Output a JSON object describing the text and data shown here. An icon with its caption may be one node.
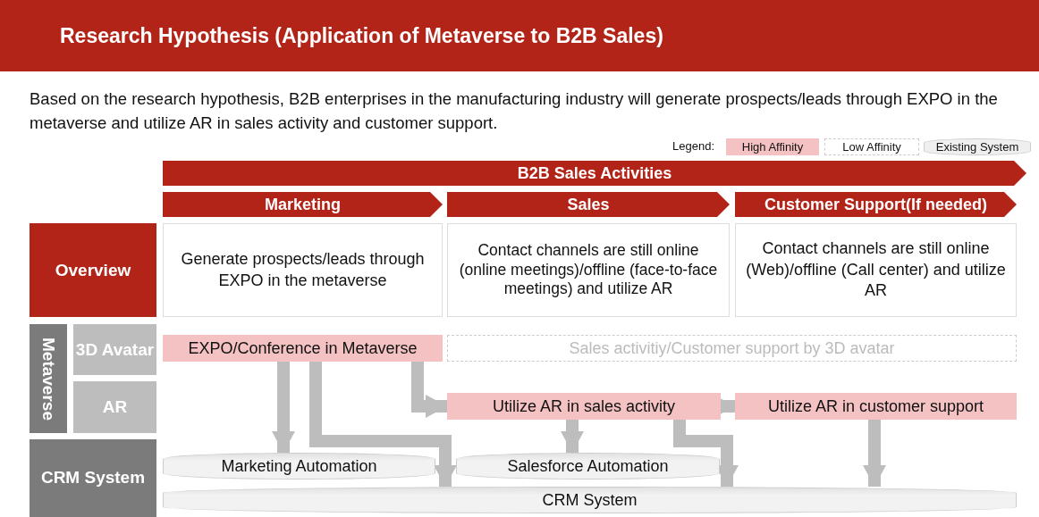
{
  "diagram": {
    "title": "Research Hypothesis (Application of Metaverse to B2B Sales)",
    "nodes": [
      {
        "text": [
          "B2B Sales Activities"
        ]
      },
      {
        "text": [
          "Marketing"
        ]
      },
      {
        "text": [
          "Sales"
        ]
      },
      {
        "text": [
          "Customer Support(If needed)"
        ]
      },
      {
        "text": [
          "Overview"
        ]
      },
      {
        "text": [
          "Generate prospects/leads through EXPO in the metaverse"
        ]
      },
      {
        "text": [
          "Contact channels are still online (online meetings)/offline (face-to-face meetings) and utilize AR"
        ]
      },
      {
        "text": [
          "Contact channels are still online (Web)/offline (Call center) and utilize AR"
        ]
      },
      {
        "text": [
          "Metaverse"
        ]
      },
      {
        "text": [
          "3D Avatar"
        ]
      },
      {
        "text": [
          "AR"
        ]
      },
      {
        "text": [
          "CRM System"
        ]
      },
      {
        "text": [
          "EXPO/Conference in Metaverse"
        ]
      },
      {
        "text": [
          "Sales activitiy/Customer support by 3D avatar"
        ]
      },
      {
        "text": [
          "Utilize AR in sales activity"
        ]
      },
      {
        "text": [
          "Utilize AR in customer support"
        ]
      },
      {
        "text": [
          "Marketing Automation"
        ]
      },
      {
        "text": [
          "Salesforce Automation"
        ]
      },
      {
        "text": [
          "CRM System"
        ]
      }
    ],
    "edges": [
      {
        "from": 12,
        "to": 16,
        "arrow": "to"
      },
      {
        "from": 12,
        "to": 18,
        "arrow": "to"
      },
      {
        "from": 12,
        "to": 14,
        "arrow": "to"
      },
      {
        "from": 14,
        "to": 17,
        "arrow": "to"
      },
      {
        "from": 14,
        "to": 18,
        "arrow": "to"
      },
      {
        "from": 14,
        "to": 15,
        "arrow": "to"
      },
      {
        "from": 15,
        "to": 18,
        "arrow": "to"
      }
    ],
    "labels": [
      "Based on the research hypothesis, B2B enterprises in the manufacturing industry will generate prospects/leads through EXPO in the metaverse and utilize AR in sales activity and customer support.",
      "Legend:"
    ],
    "legend": [
      {
        "text": "High Affinity",
        "color": "#f4c2c2"
      },
      {
        "text": "Low Affinity"
      },
      {
        "text": "Existing System"
      }
    ]
  }
}
